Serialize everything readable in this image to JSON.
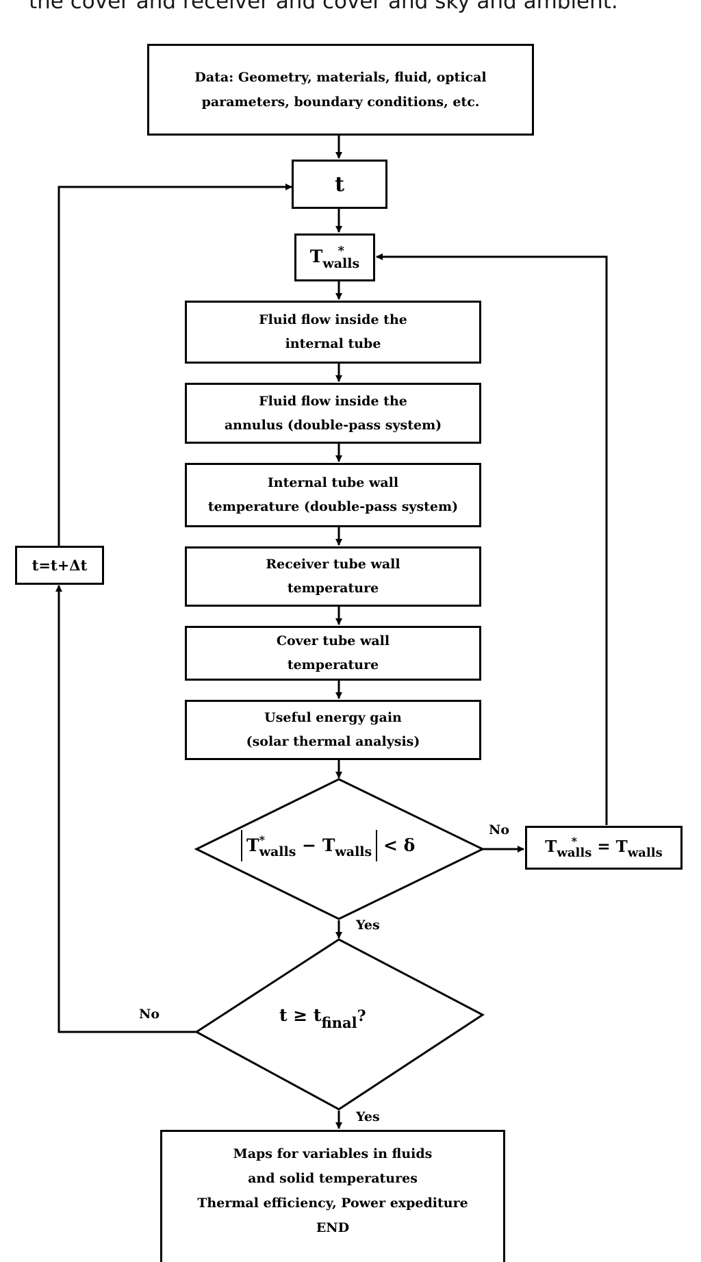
{
  "caption": "the cover and receiver and cover and sky and ambient.",
  "nodes": {
    "data_input": [
      "Data: Geometry, materials, fluid, optical",
      "parameters, boundary conditions, etc."
    ],
    "time": "t",
    "twalls_guess": {
      "base": "T",
      "sup": "*",
      "sub": "walls"
    },
    "fluid_internal": [
      "Fluid flow inside the",
      "internal tube"
    ],
    "fluid_annulus": [
      "Fluid flow inside the",
      "annulus (double-pass system)"
    ],
    "internal_wall": [
      "Internal tube wall",
      "temperature (double-pass system)"
    ],
    "receiver_wall": [
      "Receiver tube wall",
      "temperature"
    ],
    "cover_wall": [
      "Cover tube wall",
      "temperature"
    ],
    "energy_gain": [
      "Useful energy gain",
      "(solar thermal analysis)"
    ],
    "convergence_check": {
      "lhs_base": "T",
      "lhs_sup": "*",
      "lhs_sub": "walls",
      "minus": "−",
      "rhs_base": "T",
      "rhs_sub": "walls",
      "op": "<",
      "tol": "δ"
    },
    "update_twalls": {
      "lhs_base": "T",
      "lhs_sup": "*",
      "lhs_sub": "walls",
      "eq": "=",
      "rhs_base": "T",
      "rhs_sub": "walls"
    },
    "time_check": {
      "base": "t ≥ t",
      "sub": "final",
      "q": "?"
    },
    "time_step": "t=t+Δt",
    "output": [
      "Maps for variables in  fluids",
      "and solid temperatures",
      "Thermal efficiency, Power expediture",
      "END"
    ]
  },
  "labels": {
    "no_convergence": "No",
    "yes_convergence": "Yes",
    "no_time": "No",
    "yes_time": "Yes"
  }
}
